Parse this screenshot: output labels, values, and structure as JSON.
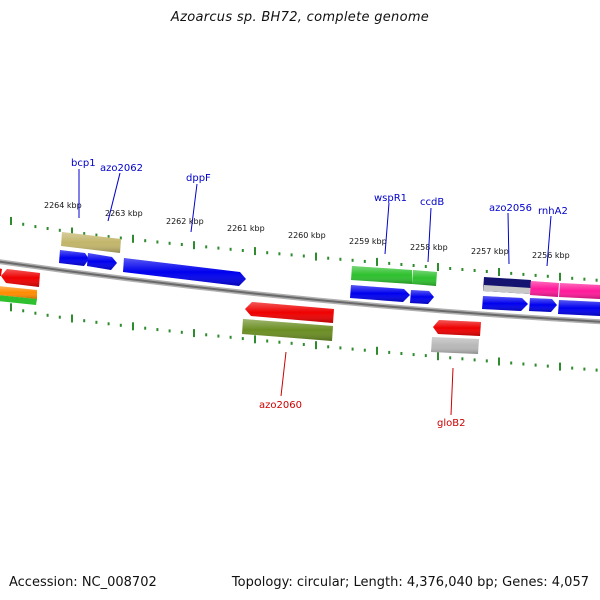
{
  "title": "Azoarcus sp. BH72, complete genome",
  "footer": {
    "accession": "Accession: NC_008702",
    "summary": "Topology: circular; Length: 4,376,040 bp; Genes: 4,057"
  },
  "colors": {
    "backbone": "#7a7a7a",
    "tick": "#2e8b2e",
    "label_top": "#0000cc",
    "label_bottom": "#cc0000",
    "blue": "#0000ee",
    "red": "#ee0000",
    "green": "#2ec02e",
    "olive": "#6b8e23",
    "khaki": "#c2b56a",
    "gray": "#b8b8b8",
    "navy": "#101070",
    "magenta": "#ff1a9a",
    "orange": "#ff8c00"
  },
  "scale_labels": [
    {
      "id": "2264",
      "text": "2264 kbp"
    },
    {
      "id": "2263",
      "text": "2263 kbp"
    },
    {
      "id": "2262",
      "text": "2262 kbp"
    },
    {
      "id": "2261",
      "text": "2261 kbp"
    },
    {
      "id": "2260",
      "text": "2260 kbp"
    },
    {
      "id": "2259",
      "text": "2259 kbp"
    },
    {
      "id": "2258",
      "text": "2258 kbp"
    },
    {
      "id": "2257",
      "text": "2257 kbp"
    },
    {
      "id": "2256",
      "text": "2256 kbp"
    }
  ],
  "gene_labels": [
    {
      "id": "bcp1",
      "text": "bcp1",
      "strand": "top"
    },
    {
      "id": "azo2062",
      "text": "azo2062",
      "strand": "top"
    },
    {
      "id": "dppF",
      "text": "dppF",
      "strand": "top"
    },
    {
      "id": "wspR1",
      "text": "wspR1",
      "strand": "top"
    },
    {
      "id": "ccdB",
      "text": "ccdB",
      "strand": "top"
    },
    {
      "id": "azo2056",
      "text": "azo2056",
      "strand": "top"
    },
    {
      "id": "rnhA2",
      "text": "rnhA2",
      "strand": "top"
    },
    {
      "id": "azo2060",
      "text": "azo2060",
      "strand": "bottom"
    },
    {
      "id": "gloB2",
      "text": "gloB2",
      "strand": "bottom"
    }
  ]
}
